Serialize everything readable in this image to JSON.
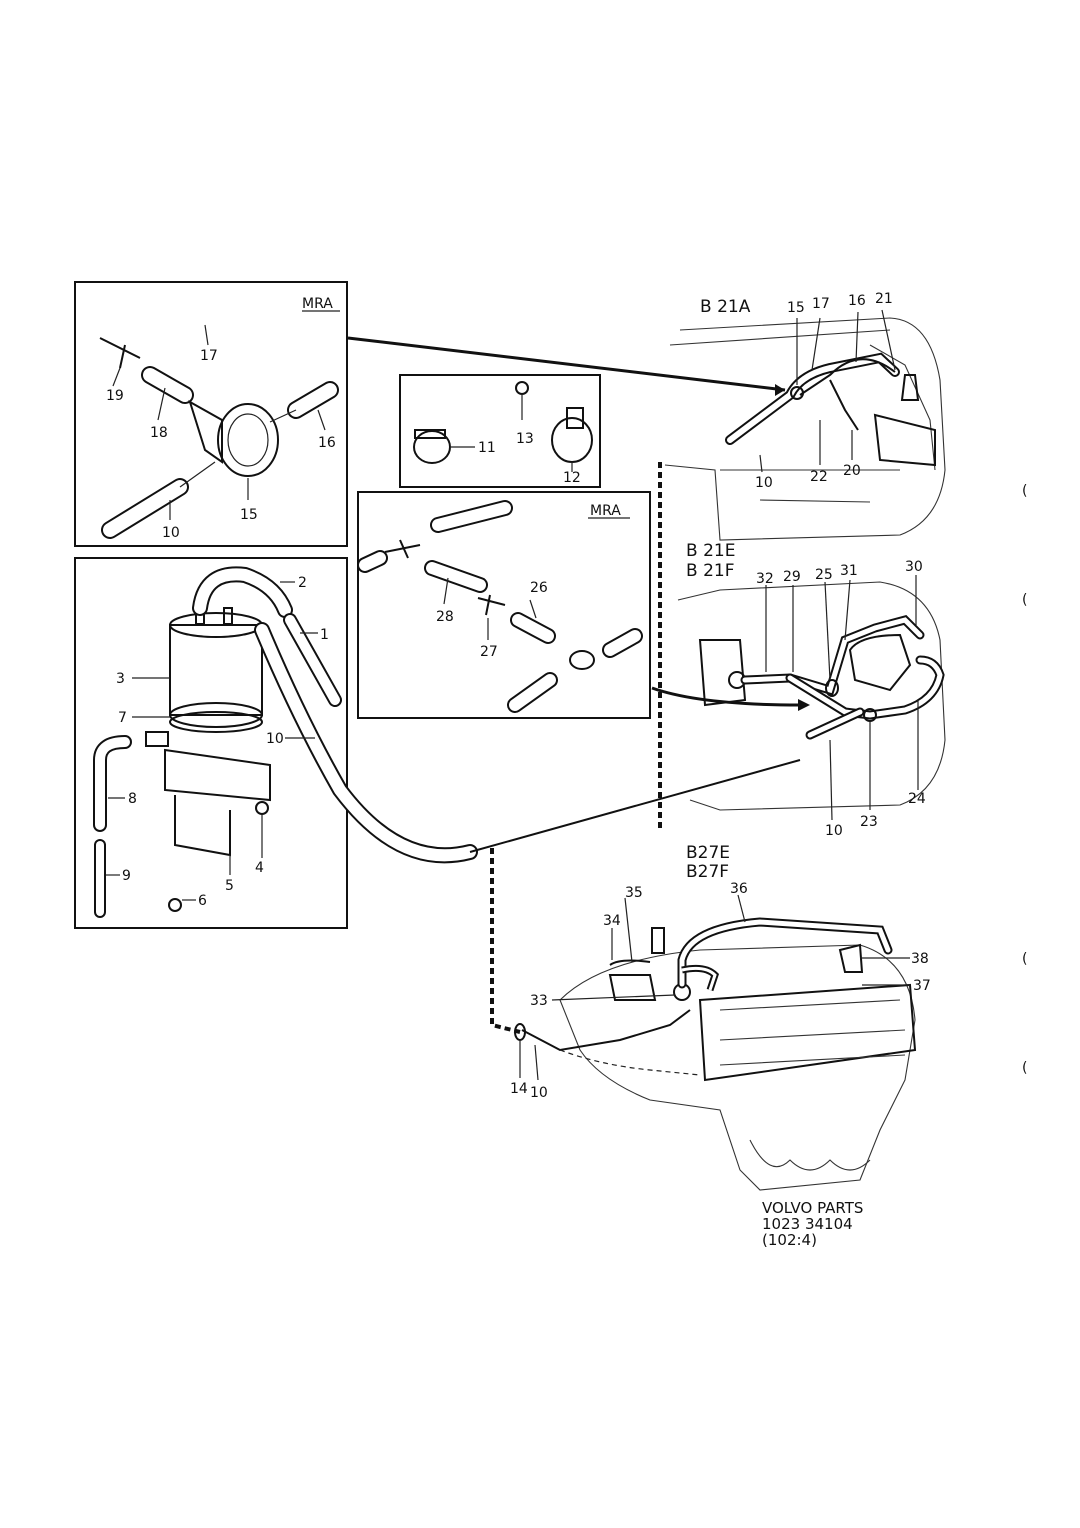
{
  "panels": {
    "mra_top": {
      "badge": "MRA"
    },
    "mra_mid": {
      "badge": "MRA"
    }
  },
  "engines": {
    "b21a": {
      "label": "B 21A"
    },
    "b21ef": {
      "label_1": "B 21E",
      "label_2": "B 21F"
    },
    "b27ef": {
      "label_1": "B27E",
      "label_2": "B27F"
    }
  },
  "callouts": [
    "17",
    "19",
    "18",
    "16",
    "15",
    "10",
    "11",
    "13",
    "12",
    "2",
    "1",
    "3",
    "7",
    "10",
    "8",
    "4",
    "5",
    "9",
    "6",
    "28",
    "26",
    "27",
    "15",
    "17",
    "16",
    "21",
    "10",
    "22",
    "20",
    "32",
    "29",
    "25",
    "31",
    "30",
    "10",
    "23",
    "24",
    "35",
    "36",
    "34",
    "38",
    "37",
    "33",
    "14",
    "10"
  ],
  "footer": {
    "line1": "VOLVO PARTS",
    "line2": "1023 34104",
    "line3": "(102:4)"
  },
  "margin_marks": [
    "(",
    "(",
    "(",
    "("
  ]
}
